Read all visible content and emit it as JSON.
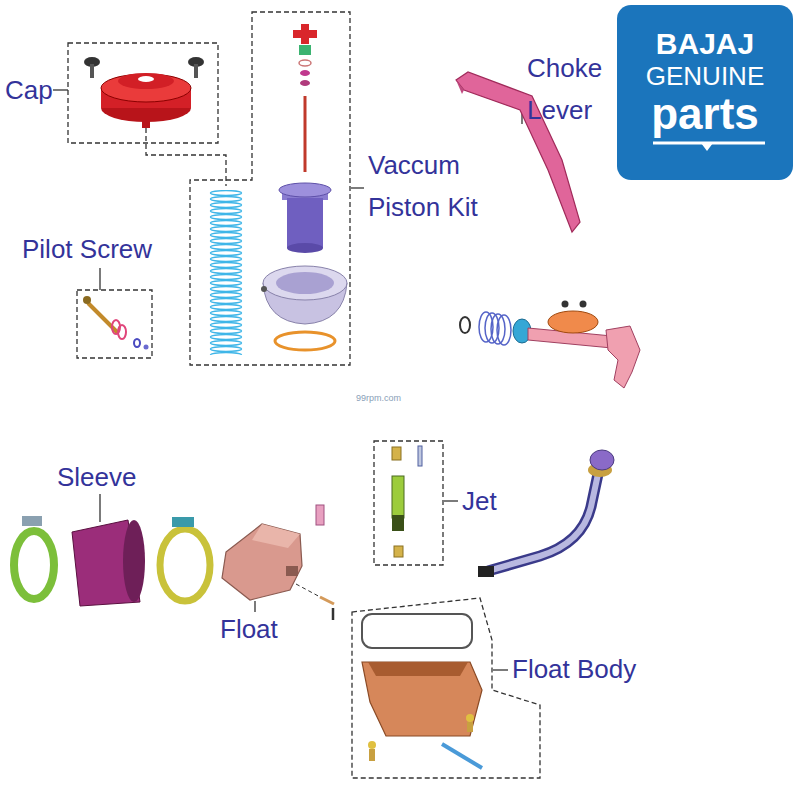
{
  "diagram": {
    "nodes": [
      {
        "text": [
          "BAJAJ",
          "GENUINE",
          "parts"
        ]
      }
    ],
    "labels": [
      "Cap",
      "Vaccum Piston Kit",
      "Pilot Screw",
      "Choke Lever",
      "Sleeve",
      "Jet",
      "Float",
      "Float Body",
      "99rpm.com"
    ]
  }
}
